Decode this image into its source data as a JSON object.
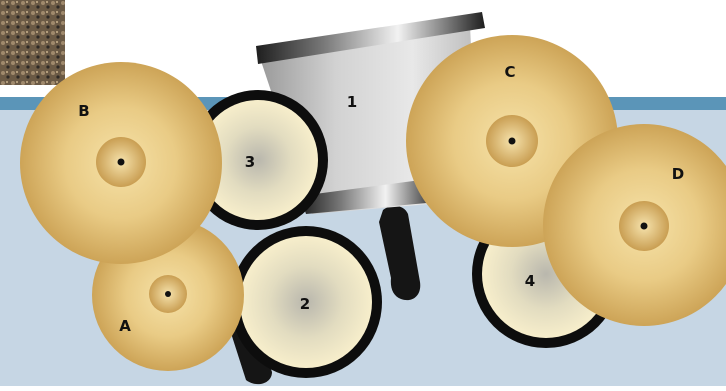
{
  "drums": {
    "kick_label": "1",
    "tom_label": "3",
    "snare_label": "2",
    "floor_tom_label": "4"
  },
  "cymbals": {
    "a_label": "A",
    "b_label": "B",
    "c_label": "C",
    "d_label": "D"
  },
  "colors": {
    "floor": "#c6d6e4",
    "floor_edge": "#5b95b8",
    "cymbal_light": "#f4dea0",
    "cymbal_dark": "#d1aa5a",
    "drum_head_light": "#f5ecc9",
    "drum_rim": "#0d0d0d"
  }
}
